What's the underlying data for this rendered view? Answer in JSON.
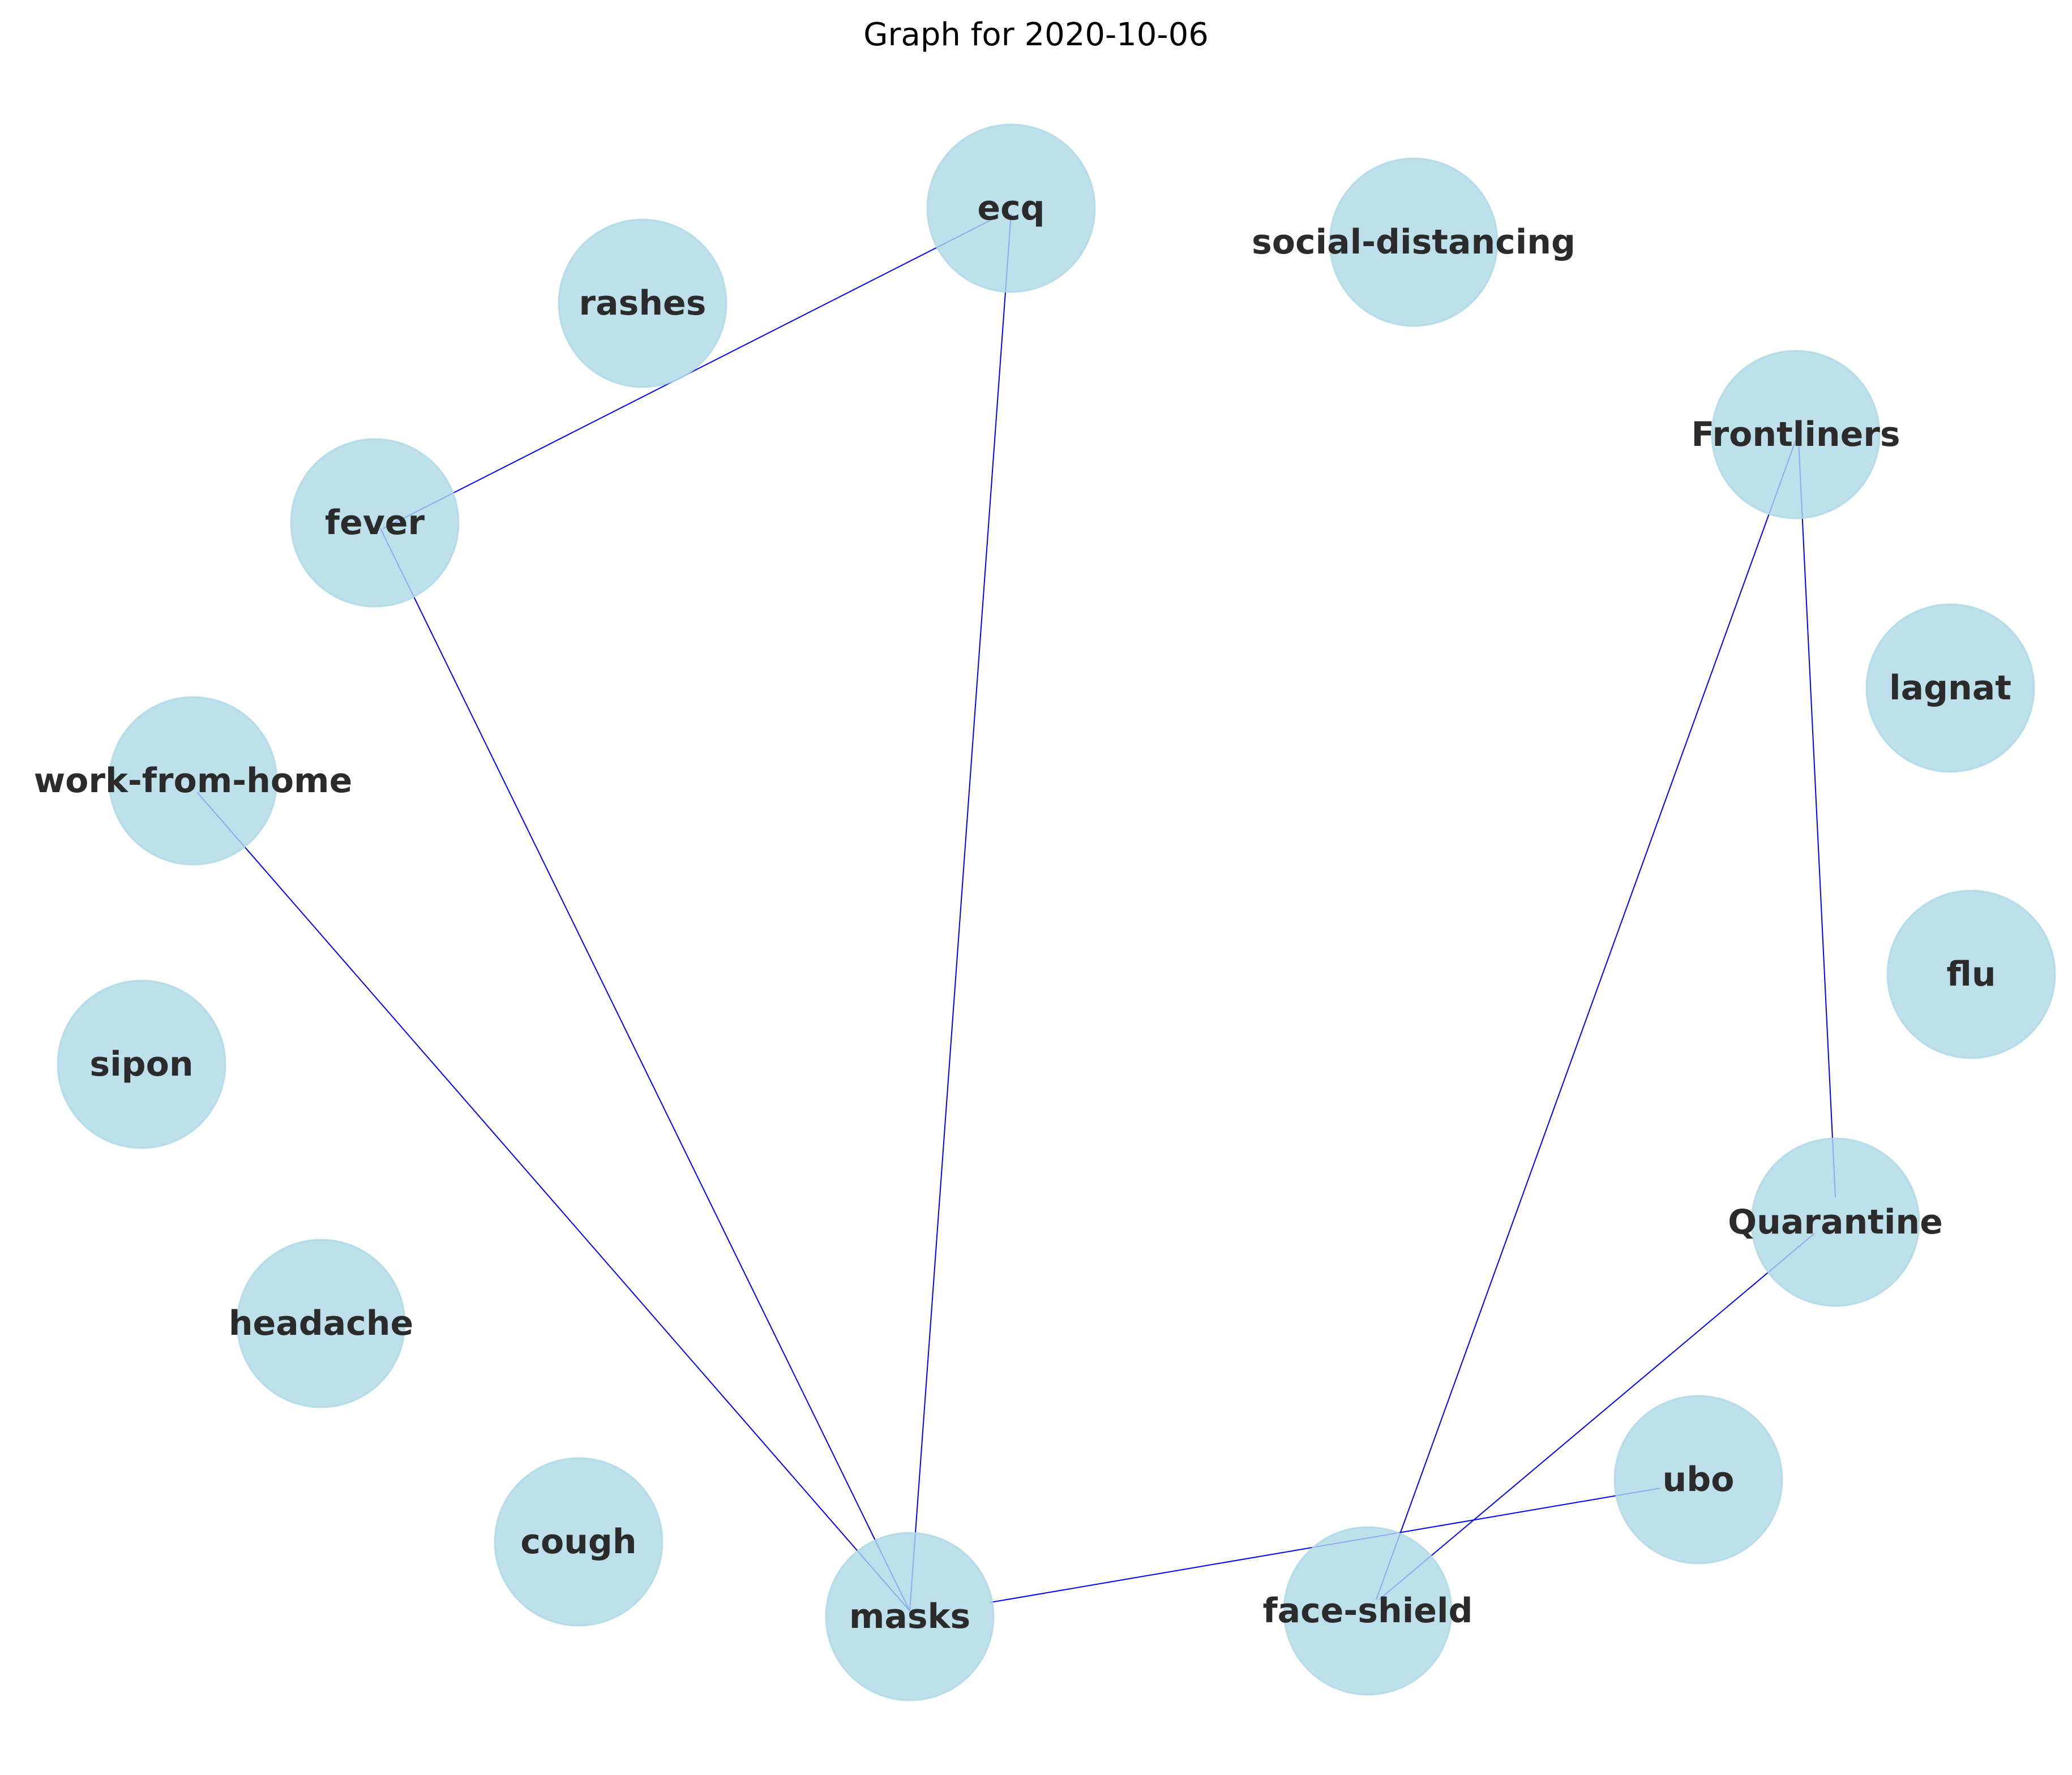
{
  "graph": {
    "title": "Graph for 2020-10-06",
    "colors": {
      "node_fill": "#add8e6",
      "node_opacity": 0.8,
      "edge": "#0000ff",
      "label": "#2b2b2b",
      "title": "#000000"
    },
    "nodes": [
      {
        "id": "ecq",
        "label": "ecq"
      },
      {
        "id": "rashes",
        "label": "rashes"
      },
      {
        "id": "social-distancing",
        "label": "social-distancing"
      },
      {
        "id": "Frontliners",
        "label": "Frontliners"
      },
      {
        "id": "fever",
        "label": "fever"
      },
      {
        "id": "lagnat",
        "label": "lagnat"
      },
      {
        "id": "work-from-home",
        "label": "work-from-home"
      },
      {
        "id": "flu",
        "label": "flu"
      },
      {
        "id": "sipon",
        "label": "sipon"
      },
      {
        "id": "Quarantine",
        "label": "Quarantine"
      },
      {
        "id": "headache",
        "label": "headache"
      },
      {
        "id": "ubo",
        "label": "ubo"
      },
      {
        "id": "cough",
        "label": "cough"
      },
      {
        "id": "masks",
        "label": "masks"
      },
      {
        "id": "face-shield",
        "label": "face-shield"
      }
    ],
    "edges": [
      {
        "source": "ecq",
        "target": "fever"
      },
      {
        "source": "ecq",
        "target": "masks"
      },
      {
        "source": "fever",
        "target": "masks"
      },
      {
        "source": "work-from-home",
        "target": "masks"
      },
      {
        "source": "masks",
        "target": "ubo"
      },
      {
        "source": "Frontliners",
        "target": "face-shield"
      },
      {
        "source": "Frontliners",
        "target": "Quarantine"
      },
      {
        "source": "Quarantine",
        "target": "face-shield"
      }
    ]
  }
}
